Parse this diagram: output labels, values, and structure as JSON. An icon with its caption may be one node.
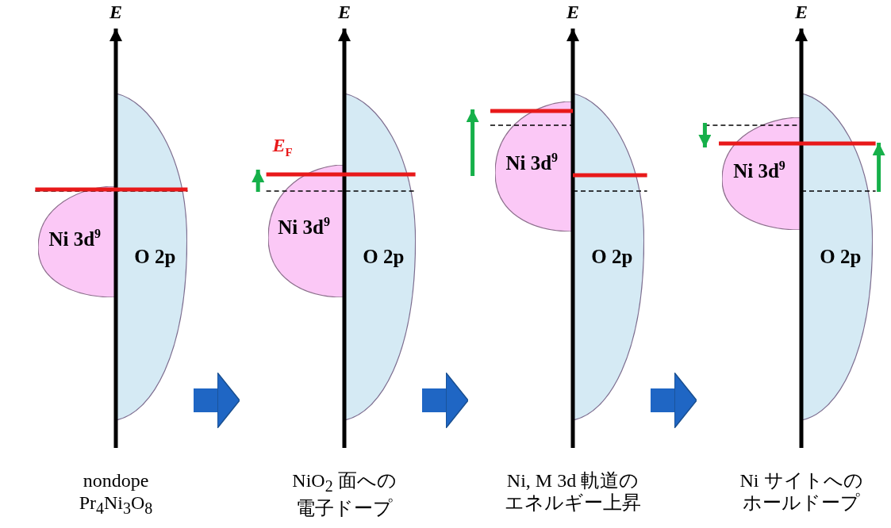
{
  "diagram": {
    "nodes": [
      {
        "text": [
          "nondope Pr$_{4}$Ni$_{3}$O$_{8}$"
        ]
      },
      {
        "text": [
          "Ni 3d$^{9}$"
        ],
        "in": 0
      },
      {
        "text": [
          "O 2p"
        ],
        "in": 0
      },
      {
        "text": [
          "NiO$_{2}$ 面への電子ドープ"
        ]
      },
      {
        "text": [
          "Ni 3d$^{9}$"
        ],
        "in": 3
      },
      {
        "text": [
          "O 2p"
        ],
        "in": 3
      },
      {
        "text": [
          "Ni, M 3d 軌道のエネルギー上昇"
        ]
      },
      {
        "text": [
          "Ni 3d$^{9}$"
        ],
        "in": 6
      },
      {
        "text": [
          "O 2p"
        ],
        "in": 6
      },
      {
        "text": [
          "Ni サイトへのホールドープ"
        ]
      },
      {
        "text": [
          "Ni 3d$^{9}$"
        ],
        "in": 9
      },
      {
        "text": [
          "O 2p"
        ],
        "in": 9
      }
    ],
    "edges": [
      {
        "from": 0,
        "to": 3,
        "arrow": "to"
      },
      {
        "from": 3,
        "to": 6,
        "arrow": "to"
      },
      {
        "from": 6,
        "to": 9,
        "arrow": "to"
      }
    ],
    "labels": [
      "E",
      "E",
      "E",
      "E",
      "*E*$_{F}$"
    ]
  }
}
